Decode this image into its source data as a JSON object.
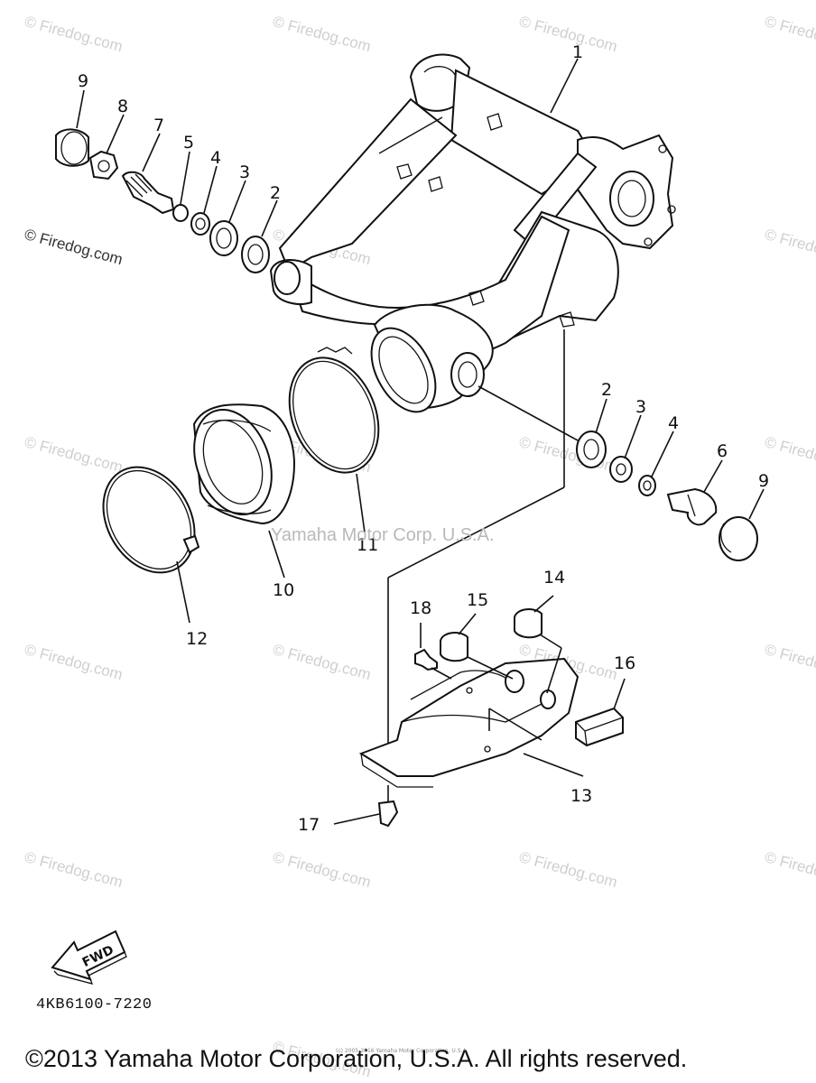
{
  "diagram": {
    "callouts": [
      {
        "id": "1",
        "text": "1"
      },
      {
        "id": "2a",
        "text": "2"
      },
      {
        "id": "3a",
        "text": "3"
      },
      {
        "id": "4a",
        "text": "4"
      },
      {
        "id": "5",
        "text": "5"
      },
      {
        "id": "7",
        "text": "7"
      },
      {
        "id": "8",
        "text": "8"
      },
      {
        "id": "9a",
        "text": "9"
      },
      {
        "id": "2b",
        "text": "2"
      },
      {
        "id": "3b",
        "text": "3"
      },
      {
        "id": "4b",
        "text": "4"
      },
      {
        "id": "6",
        "text": "6"
      },
      {
        "id": "9b",
        "text": "9"
      },
      {
        "id": "10",
        "text": "10"
      },
      {
        "id": "11",
        "text": "11"
      },
      {
        "id": "12",
        "text": "12"
      },
      {
        "id": "13",
        "text": "13"
      },
      {
        "id": "14",
        "text": "14"
      },
      {
        "id": "15",
        "text": "15"
      },
      {
        "id": "16",
        "text": "16"
      },
      {
        "id": "17",
        "text": "17"
      },
      {
        "id": "18",
        "text": "18"
      }
    ],
    "fwd_label": "FWD",
    "part_number": "4KB6100-7220",
    "center_watermark": "Yamaha Motor Corp. U.S.A."
  },
  "watermark": {
    "text": "© Firedog.com"
  },
  "footer": {
    "tiny_text": "(c) 2005-2016 Yamaha Motor Corporation, U.S.A.",
    "copyright": "©2013 Yamaha Motor Corporation, U.S.A. All rights reserved."
  }
}
